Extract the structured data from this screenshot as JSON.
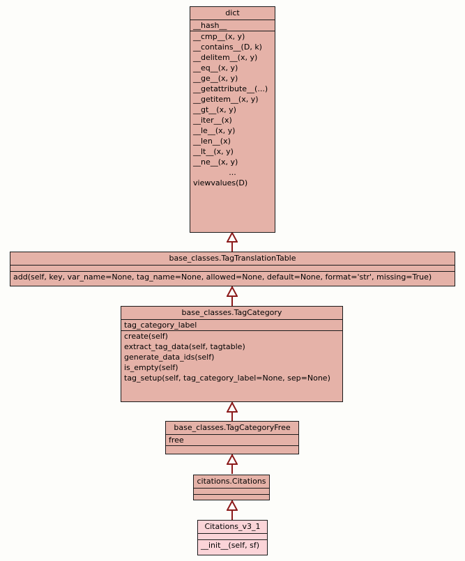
{
  "diagram": {
    "kind": "uml-class-diagram",
    "background_color": "#fdfdfa",
    "node_fill_color": "#e5b2a8",
    "leaf_fill_color": "#fbd4d8",
    "border_color": "#1a1a1a",
    "edge_color": "#8b1a1a",
    "relationship": "inheritance"
  },
  "classes": [
    {
      "id": "dict",
      "title": "dict",
      "attributes": [
        "__hash__"
      ],
      "methods": [
        "__cmp__(x, y)",
        "__contains__(D, k)",
        "__delitem__(x, y)",
        "__eq__(x, y)",
        "__ge__(x, y)",
        "__getattribute__(...)",
        "__getitem__(x, y)",
        "__gt__(x, y)",
        "__iter__(x)",
        "__le__(x, y)",
        "__len__(x)",
        "__lt__(x, y)",
        "__ne__(x, y)",
        "...",
        "viewvalues(D)"
      ]
    },
    {
      "id": "tagtranslationtable",
      "title": "base_classes.TagTranslationTable",
      "attributes": [],
      "methods": [
        "add(self, key, var_name=None, tag_name=None, allowed=None, default=None, format='str', missing=True)"
      ]
    },
    {
      "id": "tagcategory",
      "title": "base_classes.TagCategory",
      "attributes": [
        "tag_category_label"
      ],
      "methods": [
        "create(self)",
        "extract_tag_data(self, tagtable)",
        "generate_data_ids(self)",
        "is_empty(self)",
        "tag_setup(self, tag_category_label=None, sep=None)"
      ]
    },
    {
      "id": "tagcategoryfree",
      "title": "base_classes.TagCategoryFree",
      "attributes": [
        "free"
      ],
      "methods": []
    },
    {
      "id": "citations",
      "title": "citations.Citations",
      "attributes": [],
      "methods": []
    },
    {
      "id": "citations_v3_1",
      "title": "Citations_v3_1",
      "attributes": [],
      "methods": [
        "__init__(self, sf)"
      ]
    }
  ],
  "edges": [
    {
      "from": "tagtranslationtable",
      "to": "dict"
    },
    {
      "from": "tagcategory",
      "to": "tagtranslationtable"
    },
    {
      "from": "tagcategoryfree",
      "to": "tagcategory"
    },
    {
      "from": "citations",
      "to": "tagcategoryfree"
    },
    {
      "from": "citations_v3_1",
      "to": "citations"
    }
  ]
}
